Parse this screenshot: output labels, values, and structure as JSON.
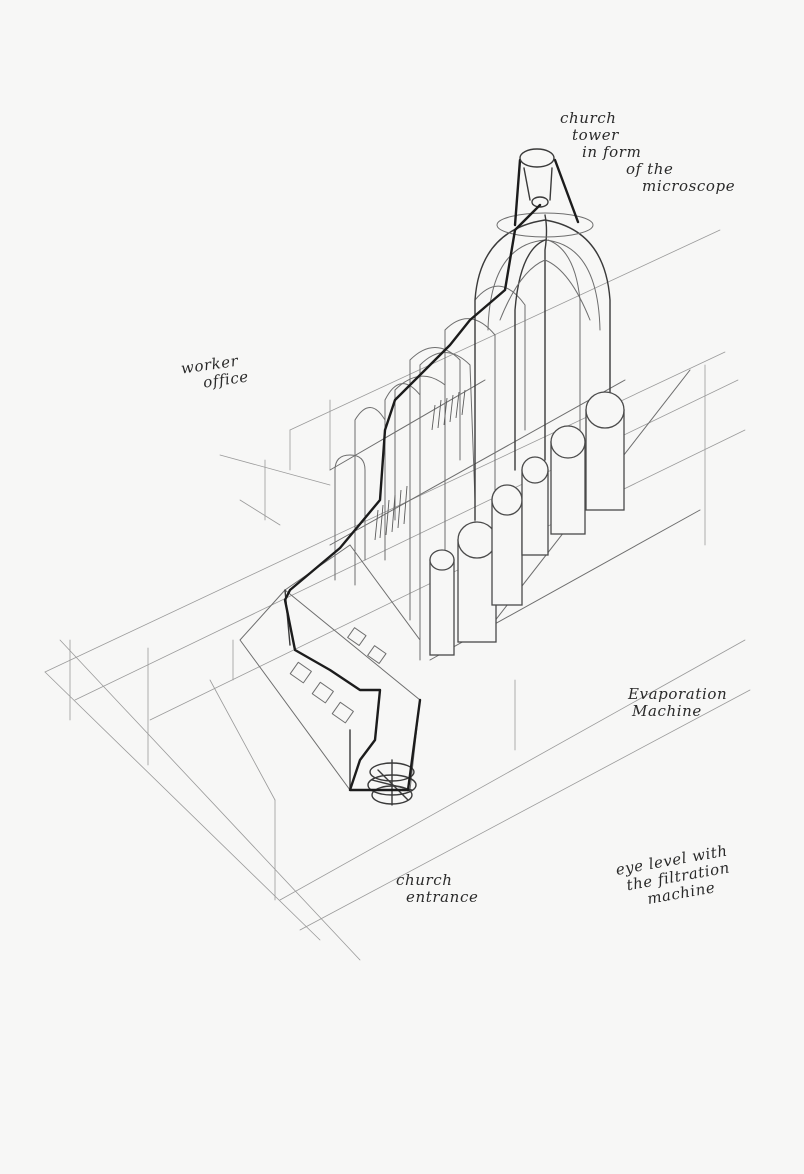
{
  "annotations": {
    "church_tower": [
      "church",
      "tower",
      "in form",
      "of the",
      "microscope"
    ],
    "worker_office": [
      "worker",
      "office"
    ],
    "evaporation_machine": [
      "Evaporation",
      "Machine"
    ],
    "church_entrance": [
      "church",
      "entrance"
    ],
    "eye_level": [
      "eye level with",
      "the filtration",
      "machine"
    ]
  },
  "colors": {
    "paper": "#f7f7f6",
    "graphite_dark": "#1c1c1c",
    "graphite_light": "#9a9a9a"
  }
}
